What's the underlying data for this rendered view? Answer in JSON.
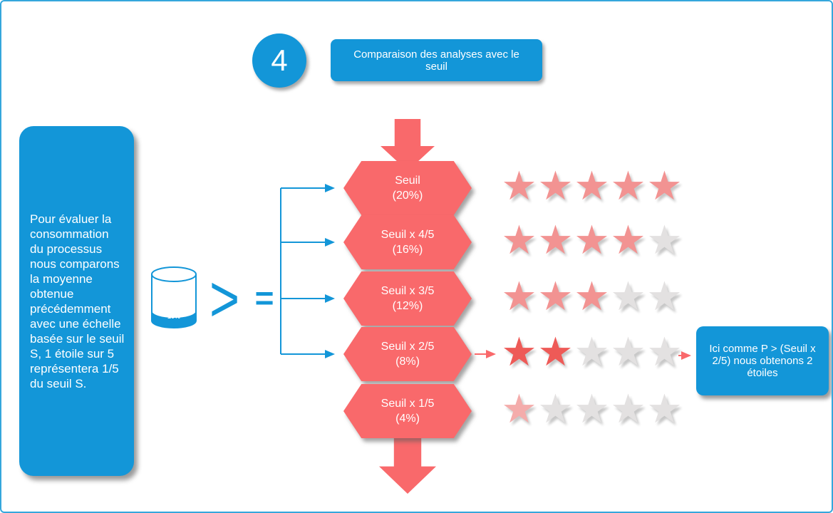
{
  "colors": {
    "blue": "#1396D8",
    "border_blue": "#35A7DC",
    "red": "#F9696B",
    "star_empty": "#E3E1E1"
  },
  "header": {
    "step_number": "4",
    "title": "Comparaison des analyses avec le seuil"
  },
  "left_panel": {
    "text": "Pour évaluer la consommation du processus nous comparons la moyenne obtenue précédemment  avec une échelle basée sur le seuil S, 1 étoile sur 5 représentera 1/5 du seuil S."
  },
  "cylinder": {
    "label": "10%"
  },
  "operators": {
    "greater": ">",
    "equals": "="
  },
  "thresholds": [
    {
      "line1": "Seuil",
      "line2": "(20%)",
      "stars_filled": 5,
      "star_color": "#F29392",
      "highlighted": false
    },
    {
      "line1": "Seuil x 4/5",
      "line2": "(16%)",
      "stars_filled": 4,
      "star_color": "#F29392",
      "highlighted": false
    },
    {
      "line1": "Seuil x 3/5",
      "line2": "(12%)",
      "stars_filled": 3,
      "star_color": "#F29392",
      "highlighted": false
    },
    {
      "line1": "Seuil x 2/5",
      "line2": "(8%)",
      "stars_filled": 2,
      "star_color": "#EE5A57",
      "highlighted": true
    },
    {
      "line1": "Seuil x 1/5",
      "line2": "(4%)",
      "stars_filled": 1,
      "star_color": "#F4ACAB",
      "highlighted": false
    }
  ],
  "callout": {
    "text": "Ici comme P > (Seuil x 2/5) nous obtenons 2 étoiles"
  }
}
